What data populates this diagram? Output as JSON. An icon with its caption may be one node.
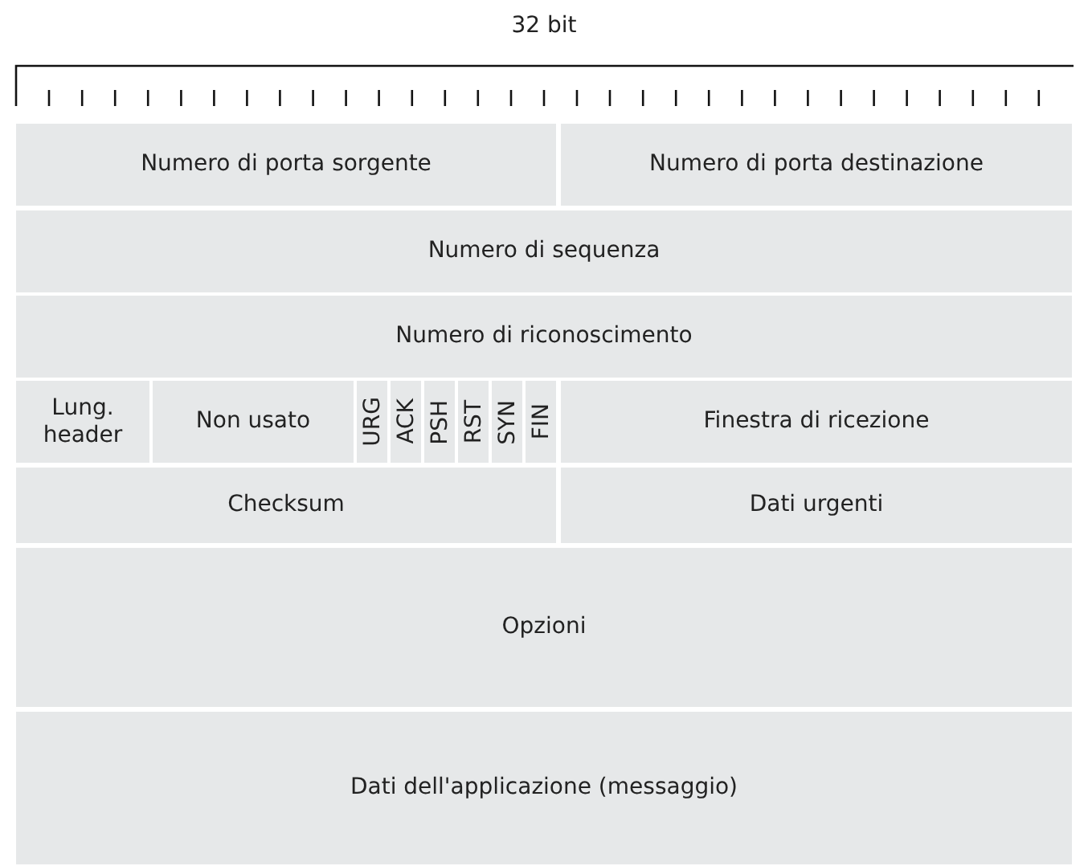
{
  "diagram": {
    "nodes": [
      {
        "text": [
          "Numero di porta sorgente"
        ]
      },
      {
        "text": [
          "Numero di porta destinazione"
        ]
      },
      {
        "text": [
          "Numero di sequenza"
        ]
      },
      {
        "text": [
          "Numero di riconoscimento"
        ]
      },
      {
        "text": [
          "Lung. header"
        ]
      },
      {
        "text": [
          "Non usato"
        ]
      },
      {
        "text": [
          "URG"
        ]
      },
      {
        "text": [
          "ACK"
        ]
      },
      {
        "text": [
          "PSH"
        ]
      },
      {
        "text": [
          "RST"
        ]
      },
      {
        "text": [
          "SYN"
        ]
      },
      {
        "text": [
          "FIN"
        ]
      },
      {
        "text": [
          "Finestra di ricezione"
        ]
      },
      {
        "text": [
          "Checksum"
        ]
      },
      {
        "text": [
          "Dati urgenti"
        ]
      },
      {
        "text": [
          "Opzioni"
        ]
      },
      {
        "text": [
          "Dati dell'applicazione (messaggio)"
        ]
      }
    ],
    "edges": [],
    "labels": [
      "32 bit"
    ]
  }
}
